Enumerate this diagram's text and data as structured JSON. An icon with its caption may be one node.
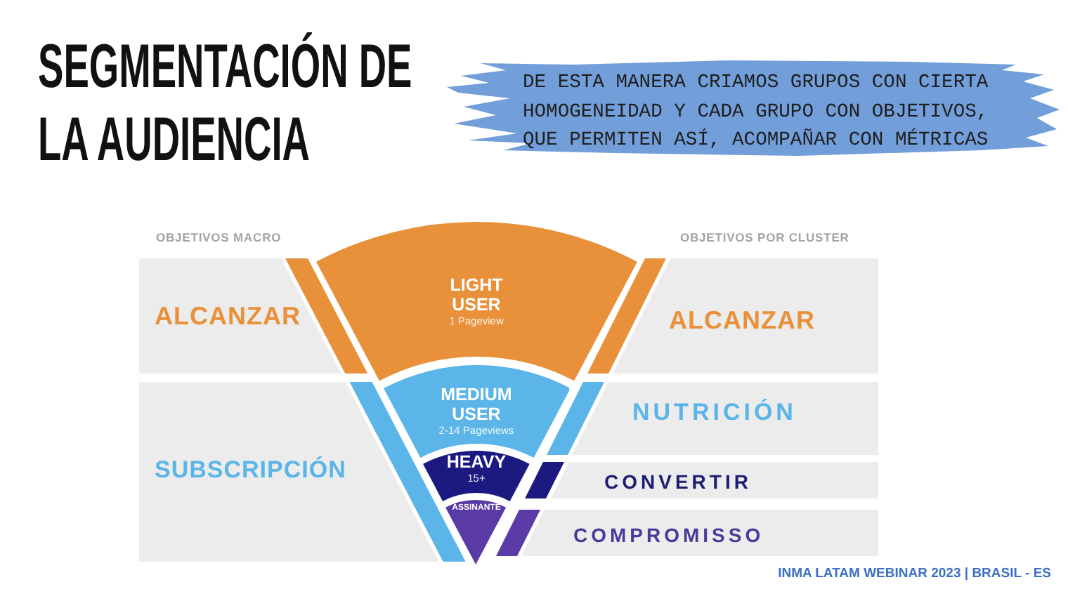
{
  "diagram": {
    "title": "SEGMENTACIÓN DE LA AUDIENCIA",
    "nodes": [
      {
        "text": [
          "DE ESTA MANERA CRIAMOS GRUPOS CON CIERTA HOMOGENEIDAD Y CADA GRUPO CON OBJETIVOS, QUE PERMITEN ASÍ, ACOMPAÑAR CON MÉTRICAS"
        ]
      },
      {
        "text": [
          "ALCANZAR"
        ]
      },
      {
        "text": [
          "SUBSCRIPCIÓN"
        ]
      },
      {
        "text": [
          "LIGHT USER",
          "1 Pageview"
        ]
      },
      {
        "text": [
          "MEDIUM USER",
          "2-14 Pageviews"
        ]
      },
      {
        "text": [
          "HEAVY",
          "15+"
        ]
      },
      {
        "text": [
          "ASSINANTE"
        ]
      },
      {
        "text": [
          "ALCANZAR"
        ]
      },
      {
        "text": [
          "NUTRICIÓN"
        ]
      },
      {
        "text": [
          "CONVERTIR"
        ]
      },
      {
        "text": [
          "COMPROMISSO"
        ]
      }
    ],
    "labels": [
      "OBJETIVOS MACRO",
      "OBJETIVOS POR CLUSTER",
      "INMA LATAM WEBINAR 2023 | BRASIL - ES"
    ]
  }
}
